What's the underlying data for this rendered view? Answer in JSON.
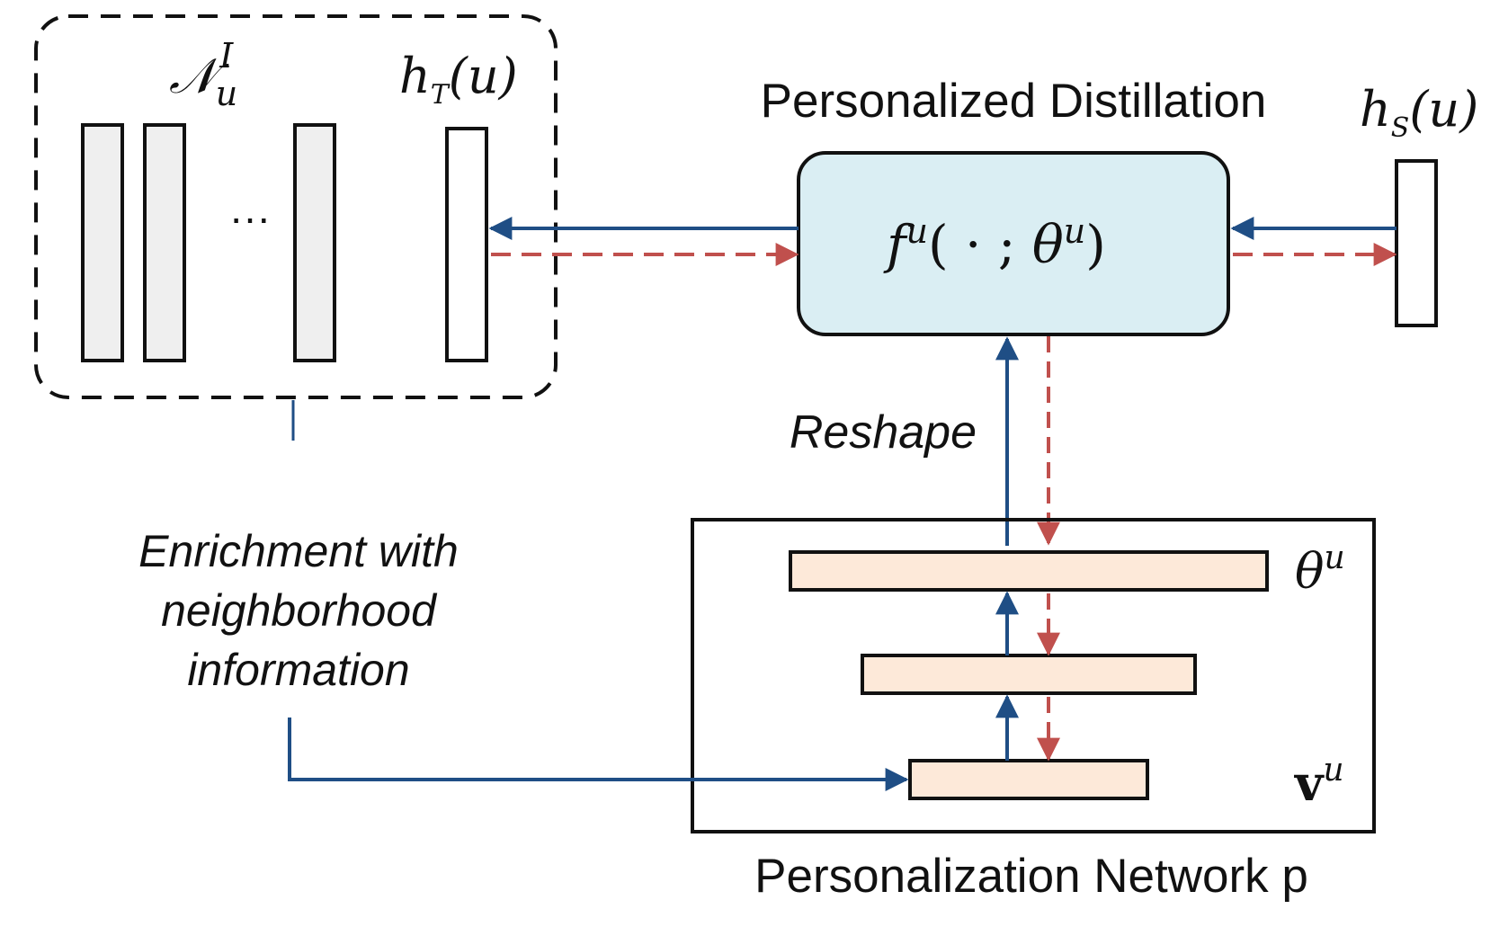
{
  "labels": {
    "neighbors_symbol": "𝒩",
    "neighbors_sub": "u",
    "neighbors_sup": "I",
    "teacher_h": "h",
    "teacher_sub": "T",
    "teacher_arg": "(u)",
    "student_h": "h",
    "student_sub": "S",
    "student_arg": "(u)",
    "ellipsis": "···",
    "title_distillation": "Personalized Distillation",
    "function_f": "f",
    "function_f_sup": "u",
    "function_args_open": "( · ; ",
    "function_theta": "θ",
    "function_theta_sup": "u",
    "function_args_close": ")",
    "reshape": "Reshape",
    "enrichment_line1": "Enrichment with",
    "enrichment_line2": "neighborhood",
    "enrichment_line3": "information",
    "theta_label": "θ",
    "theta_label_sup": "u",
    "v_label": "v",
    "v_label_sup": "u",
    "network_caption": "Personalization Network p"
  },
  "colors": {
    "forward_arrow": "#1f4e85",
    "backward_arrow": "#c0504d",
    "distill_box_fill": "#daeef3",
    "layer_fill": "#fde9d9",
    "embedding_fill": "#efefef"
  }
}
